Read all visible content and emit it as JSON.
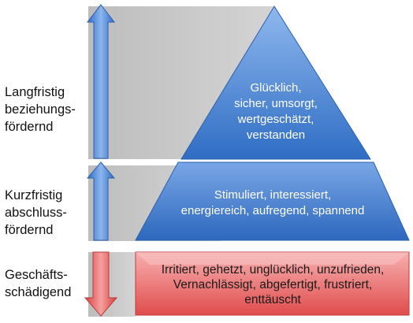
{
  "rows": [
    {
      "id": "longterm",
      "side_label": "Langfristig\nbeziehungs-\nfördernd",
      "tier_text": "Glücklich,\nsicher, umsorgt,\nwertgeschätzt,\nverstanden",
      "arrow_direction": "up",
      "color": "#3f7fd1"
    },
    {
      "id": "shortterm",
      "side_label": "Kurzfristig\nabschluss-\nfördernd",
      "tier_text": "Stimuliert, interessiert,\nenergiereich, aufregend, spannend",
      "arrow_direction": "up",
      "color": "#3f7fd1"
    },
    {
      "id": "damaging",
      "side_label": "Geschäfts-\nschädigend",
      "tier_text": "Irritiert, gehetzt, unglücklich, unzufrieden,\nVernachlässigt, abgefertigt, frustriert,\nenttäuscht",
      "arrow_direction": "down",
      "color": "#e35757"
    }
  ],
  "colors": {
    "gray_band": "#c8c8c8",
    "blue_light": "#8fb8ee",
    "blue_dark": "#2f6dc4",
    "red_light": "#f7a9a9",
    "red_dark": "#e04c4c"
  }
}
